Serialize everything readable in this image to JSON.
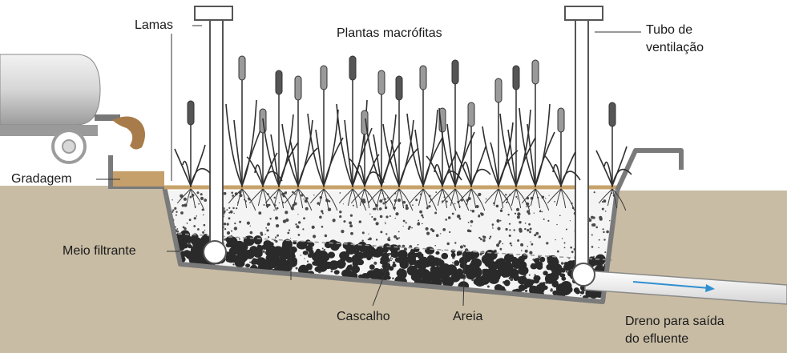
{
  "labels": {
    "lamas": "Lamas",
    "plantas": "Plantas macrófitas",
    "tubo_line1": "Tubo de",
    "tubo_line2": "ventilação",
    "gradagem": "Gradagem",
    "meio_filtrante": "Meio filtrante",
    "cascalho": "Cascalho",
    "areia": "Areia",
    "dreno_line1": "Dreno para saída",
    "dreno_line2": "do efluente"
  },
  "colors": {
    "soil": "#c8bca4",
    "surface_line": "#c7a36b",
    "wall": "#7a7a7a",
    "sand_bg": "#f4f4f4",
    "gravel": "#2a2a2a",
    "plant": "#2f2f2f",
    "sludge": "#a87b4a",
    "effluent_arrow": "#2f8fd0"
  }
}
